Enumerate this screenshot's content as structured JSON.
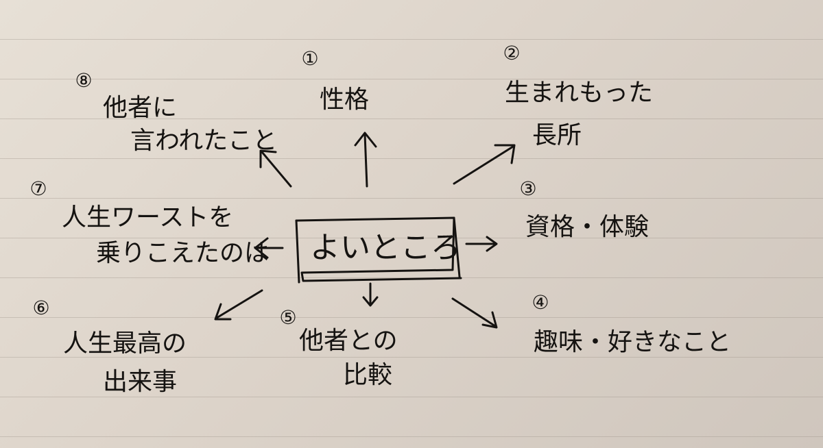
{
  "center": {
    "label": "よいところ"
  },
  "nodes": [
    {
      "number": "①",
      "lines": [
        "性格"
      ]
    },
    {
      "number": "②",
      "lines": [
        "生まれもった",
        "長所"
      ]
    },
    {
      "number": "③",
      "lines": [
        "資格・体験"
      ]
    },
    {
      "number": "④",
      "lines": [
        "趣味・好きなこと"
      ]
    },
    {
      "number": "⑤",
      "lines": [
        "他者との",
        "比較"
      ]
    },
    {
      "number": "⑥",
      "lines": [
        "人生最高の",
        "出来事"
      ]
    },
    {
      "number": "⑦",
      "lines": [
        "人生ワーストを",
        "乗りこえたのは"
      ]
    },
    {
      "number": "⑧",
      "lines": [
        "他者に",
        "言われたこと"
      ]
    }
  ],
  "colors": {
    "ink": "#151311",
    "paper": "#e2dad0",
    "rule_line": "#968c82"
  }
}
